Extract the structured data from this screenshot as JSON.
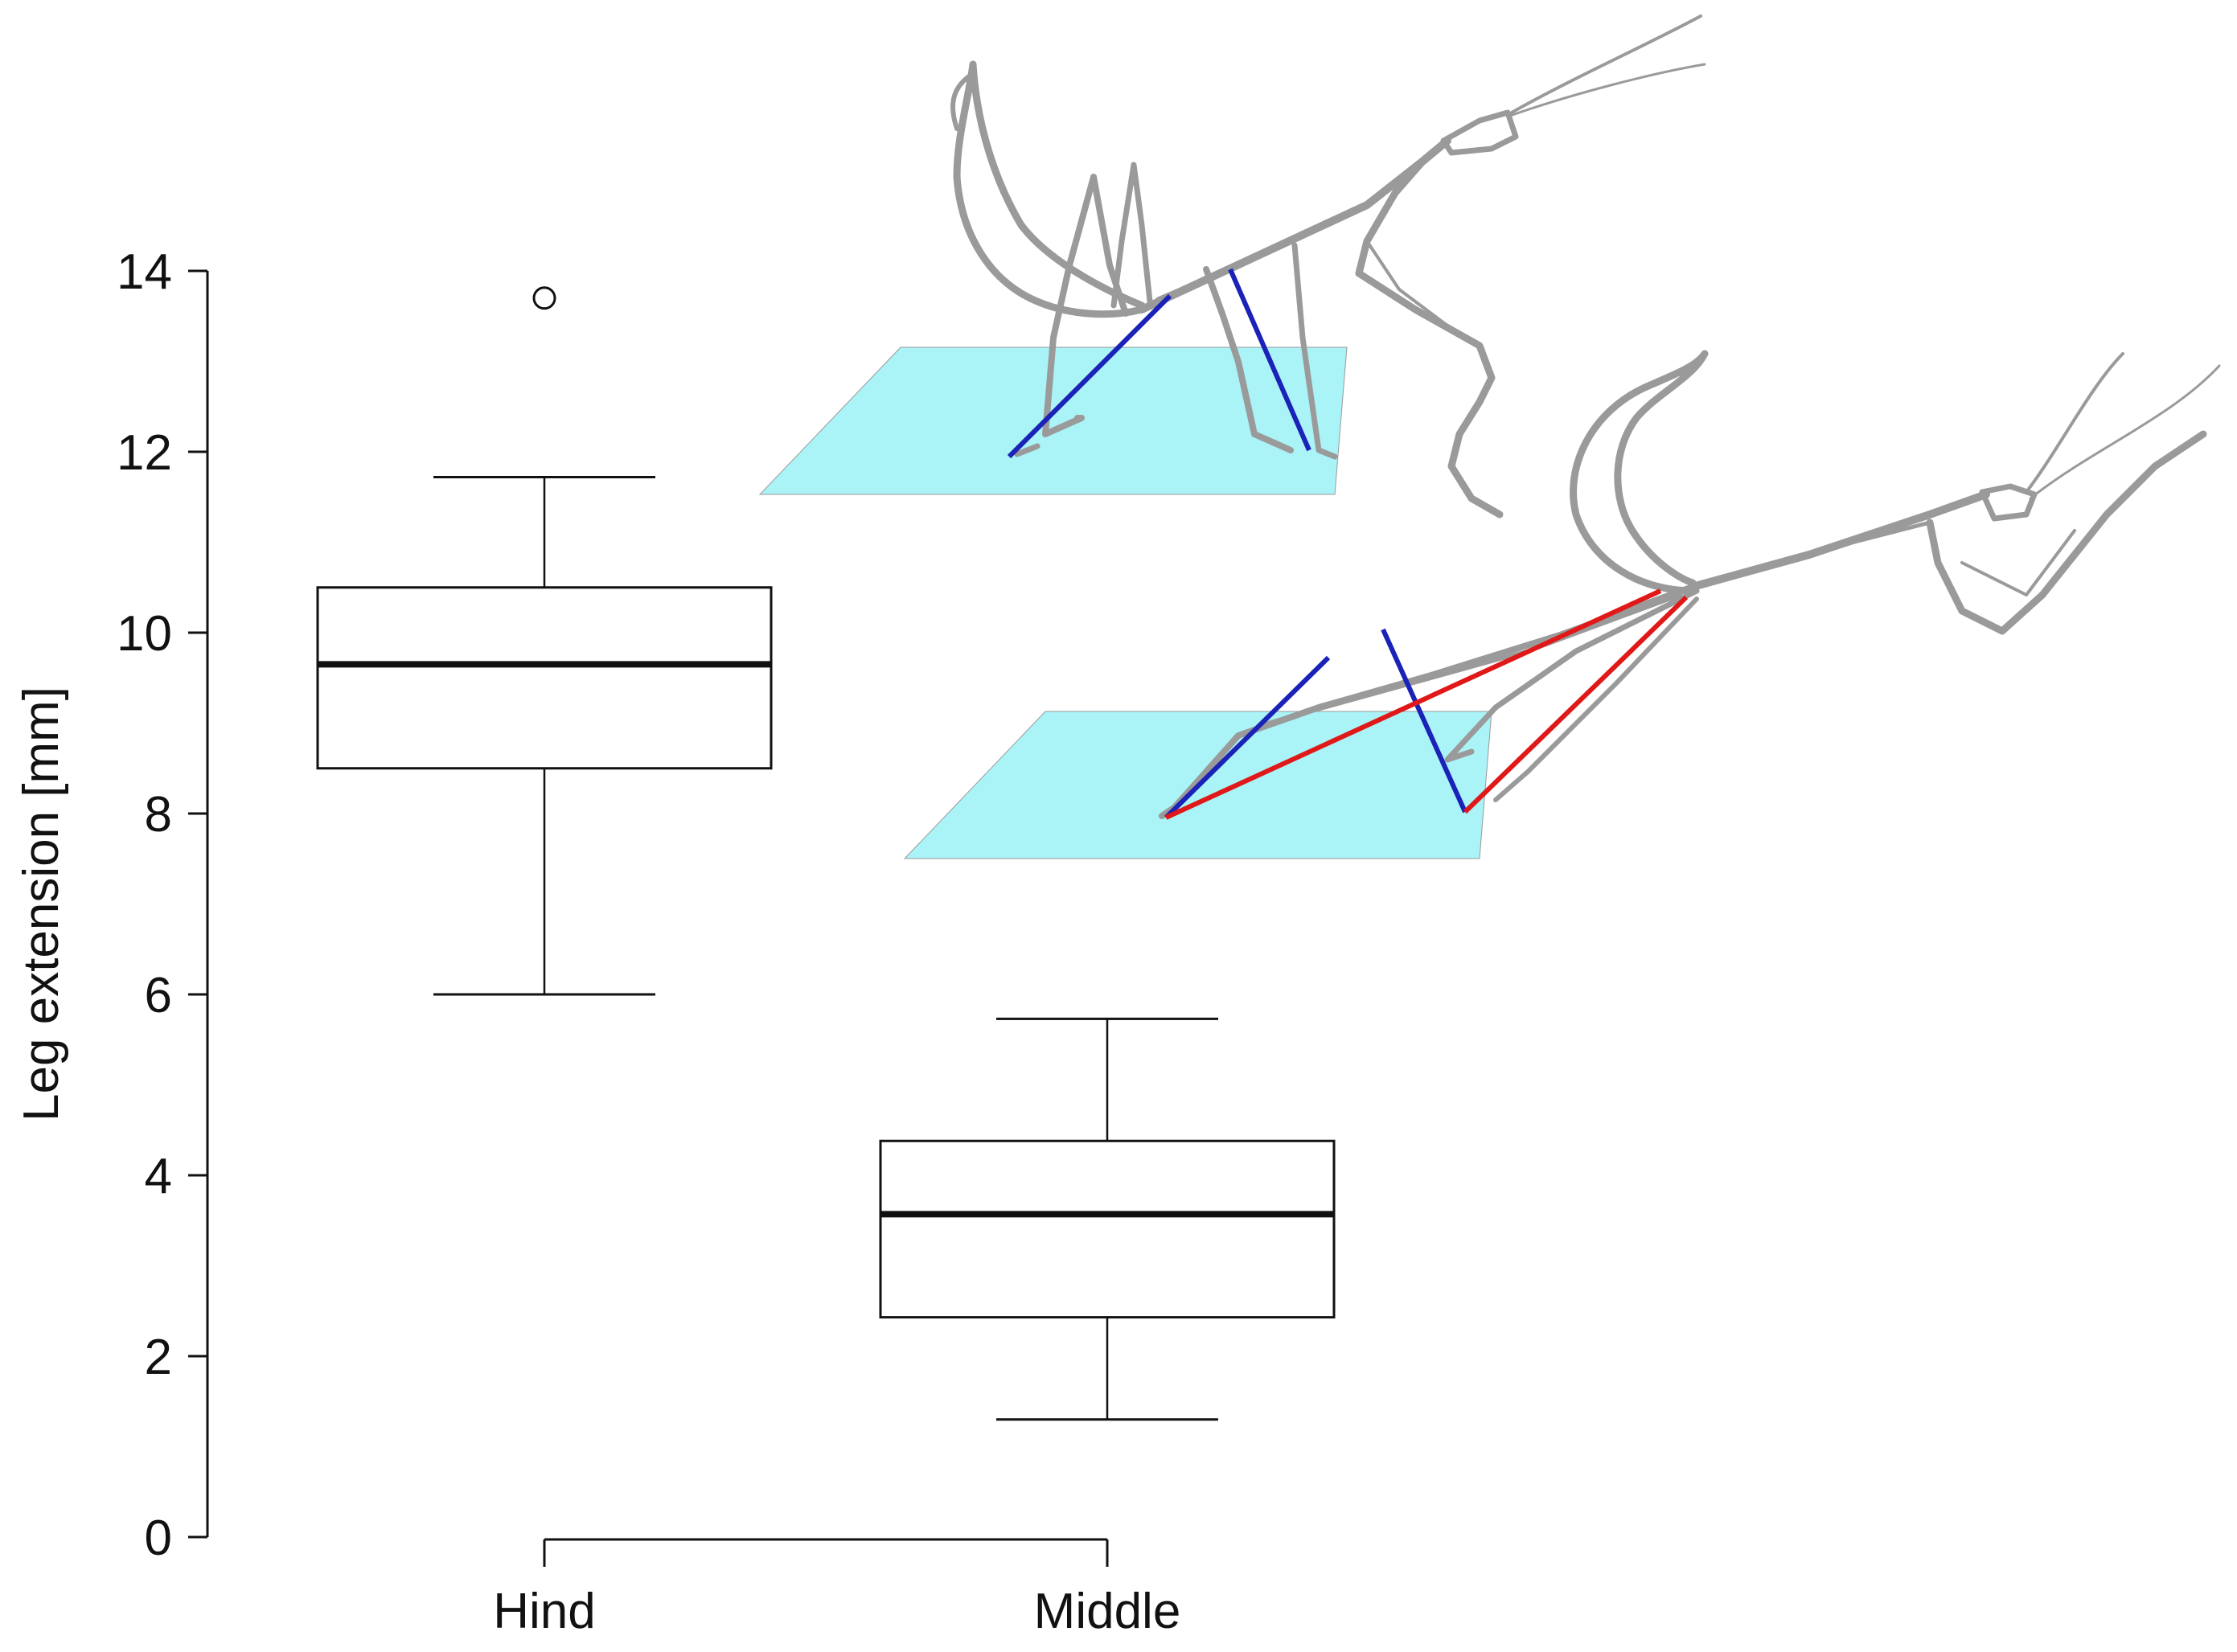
{
  "chart_data": {
    "type": "boxplot",
    "title": "",
    "xlabel": "",
    "ylabel": "Leg extension [mm]",
    "ylim": [
      0,
      14
    ],
    "yticks": [
      0,
      2,
      4,
      6,
      8,
      10,
      12,
      14
    ],
    "grid": false,
    "categories": [
      "Hind",
      "Middle"
    ],
    "boxes": [
      {
        "category": "Hind",
        "whisker_low": 6.0,
        "q1": 8.5,
        "median": 9.65,
        "q3": 10.5,
        "whisker_high": 11.72,
        "outliers": [
          13.7
        ]
      },
      {
        "category": "Middle",
        "whisker_low": 1.3,
        "q1": 2.43,
        "median": 3.57,
        "q3": 4.38,
        "whisker_high": 5.73,
        "outliers": []
      }
    ],
    "illustration": {
      "subject": "mantis leg extension diagrams",
      "colors": {
        "insect": "#9a9a9a",
        "platform": "#aaf3f7",
        "leg_segment": "#1a22b8",
        "extension": "#e01818"
      }
    }
  }
}
